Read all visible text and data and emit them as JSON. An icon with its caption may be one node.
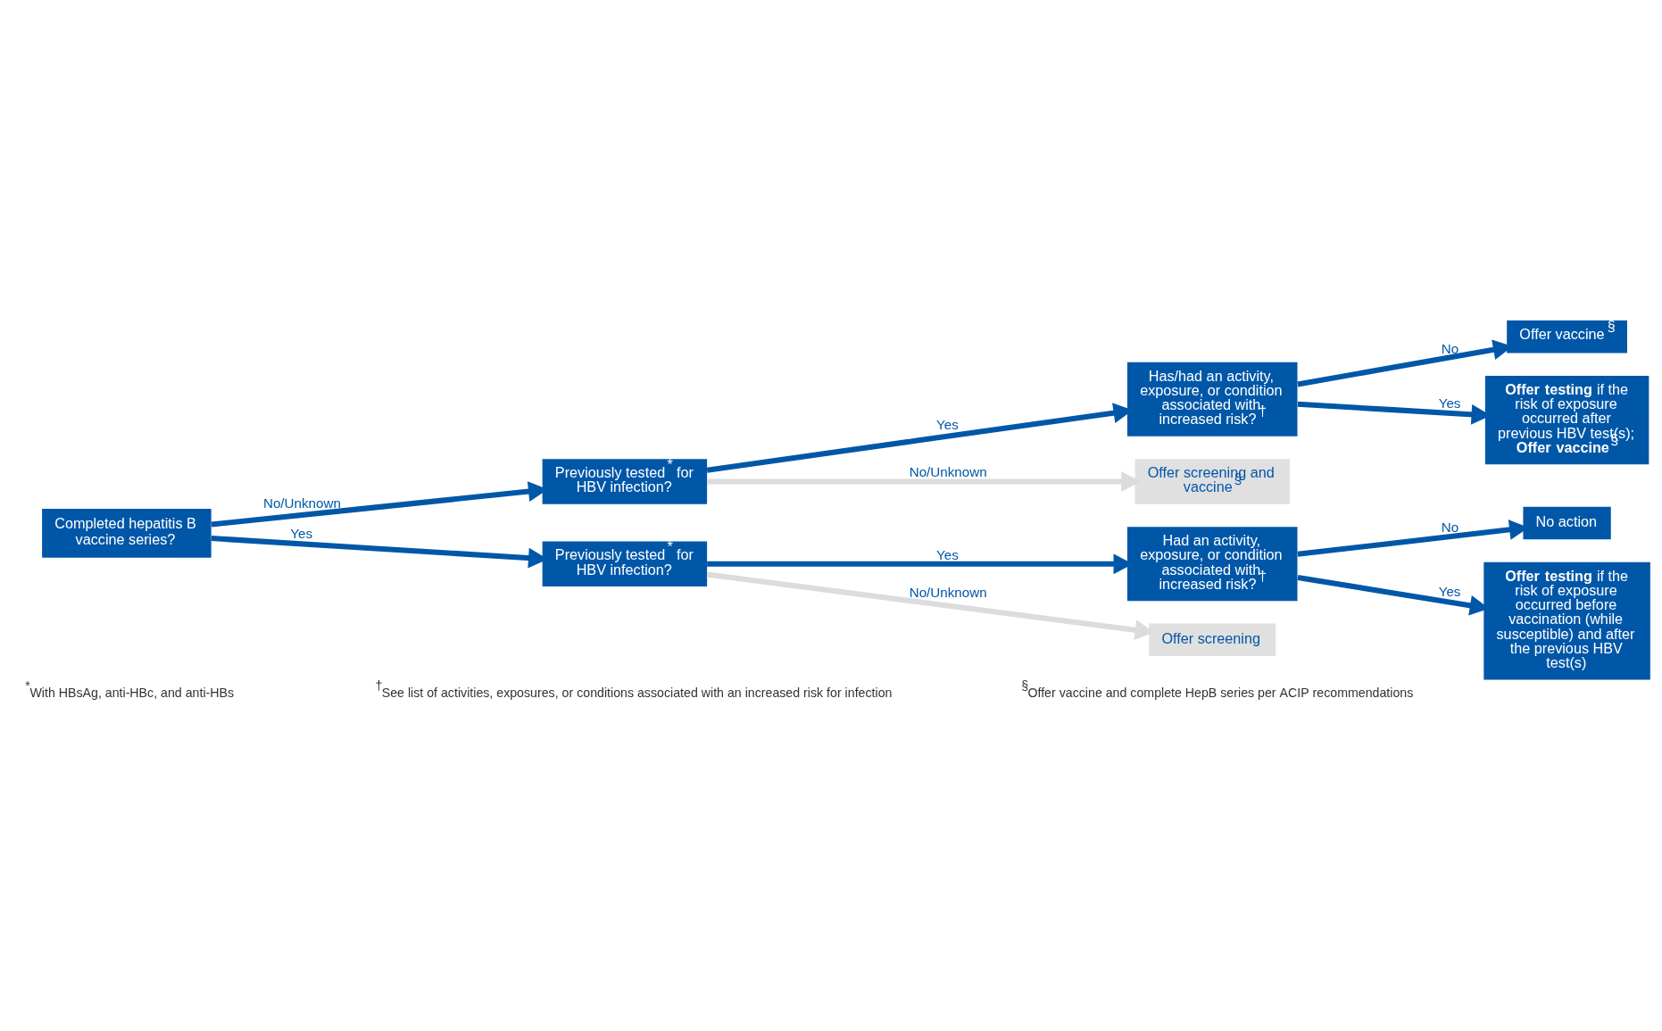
{
  "diagram": {
    "nodes": [
      {
        "text": [
          "Completed hepatitis B vaccine series?"
        ]
      },
      {
        "text": [
          "Previously tested$^{*}$ for HBV infection?"
        ]
      },
      {
        "text": [
          "Has/had an activity, exposure, or condition associated with increased risk?$^{†}$"
        ]
      },
      {
        "text": [
          "Offer screening and vaccine$^{§}$"
        ]
      },
      {
        "text": [
          "Offer vaccine$^{§}$"
        ]
      },
      {
        "text": [
          "**Offer testing** if the risk of exposure occurred after previous HBV test(s); **Offer vaccine**$^{§}$"
        ]
      },
      {
        "text": [
          "Previously tested$^{*}$ for HBV infection?"
        ]
      },
      {
        "text": [
          "Had an activity, exposure, or condition associated with increased risk?$^{†}$"
        ]
      },
      {
        "text": [
          "Offer screening"
        ]
      },
      {
        "text": [
          "No action"
        ]
      },
      {
        "text": [
          "**Offer testing** if the risk of exposure occurred before vaccination (while susceptible) and after the previous HBV test(s)"
        ]
      }
    ],
    "edges": [
      {
        "from": 0,
        "to": 1,
        "arrow": "to",
        "label": "No/Unknown"
      },
      {
        "from": 1,
        "to": 3,
        "arrow": "to",
        "label": "No/Unknown",
        "color": "#dcdcdc"
      },
      {
        "from": 1,
        "to": 2,
        "arrow": "to",
        "label": "Yes"
      },
      {
        "from": 2,
        "to": 4,
        "arrow": "to",
        "label": "No"
      },
      {
        "from": 2,
        "to": 5,
        "arrow": "to",
        "label": "Yes"
      },
      {
        "from": 0,
        "to": 6,
        "arrow": "to",
        "label": "Yes"
      },
      {
        "from": 6,
        "to": 8,
        "arrow": "to",
        "label": "No/Unknown",
        "color": "#dcdcdc"
      },
      {
        "from": 6,
        "to": 7,
        "arrow": "to",
        "label": "Yes"
      },
      {
        "from": 7,
        "to": 9,
        "arrow": "to",
        "label": "No"
      },
      {
        "from": 7,
        "to": 10,
        "arrow": "to",
        "label": "Yes"
      }
    ],
    "labels": [
      "$^{*}$With HBsAg, anti-HBc, and anti-HBs",
      "$^{†}$See list of activities, exposures, or conditions associated with an increased risk for infection",
      "$^{§}$Offer vaccine and complete HepB series per ACIP recommendations"
    ]
  }
}
